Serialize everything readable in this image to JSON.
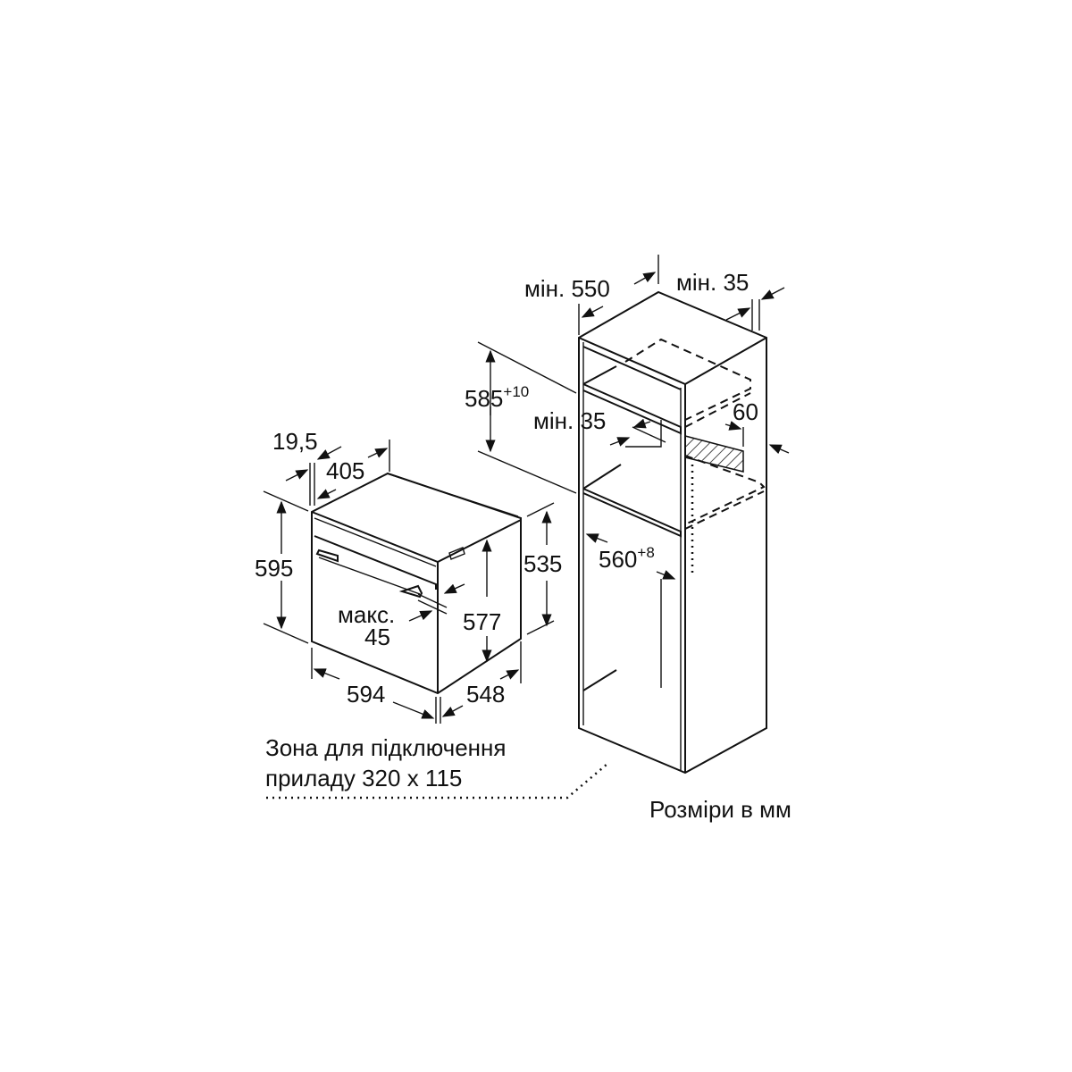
{
  "diagram": {
    "oven": {
      "depth_offset": "19,5",
      "top_depth": "405",
      "height": "595",
      "side_height": "535",
      "door_gap_label": "макс.",
      "door_gap_value": "45",
      "inner_height": "577",
      "width": "594",
      "depth": "548"
    },
    "cabinet": {
      "depth_label": "мін. 550",
      "back_gap_label": "мін. 35",
      "niche_height": "585",
      "niche_height_tol": "+10",
      "shelf_gap_label": "мін. 35",
      "vent_depth": "60",
      "niche_width": "560",
      "niche_width_tol": "+8"
    },
    "connection_zone": {
      "line1": "Зона для підключення",
      "line2": "приладу 320 x 115"
    },
    "units_note": "Розміри в мм"
  }
}
